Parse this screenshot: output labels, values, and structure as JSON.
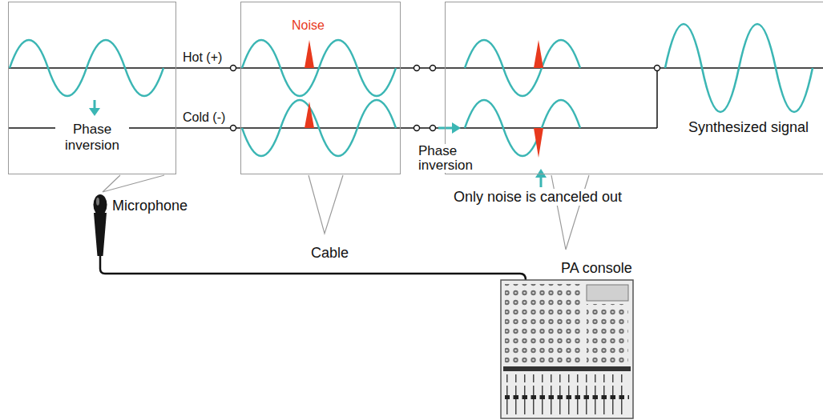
{
  "diagram": {
    "nodes": [
      {
        "text": [
          "Phase inversion"
        ]
      },
      {
        "text": [
          "Noise"
        ]
      },
      {
        "text": [
          "Synthesized signal"
        ]
      }
    ],
    "edges": [
      {
        "from": 0,
        "to": 1,
        "arrow": "none",
        "label": "Hot (+)"
      },
      {
        "from": 0,
        "to": 1,
        "arrow": "none",
        "label": "Cold (-)"
      },
      {
        "from": 1,
        "to": 2,
        "arrow": "none"
      },
      {
        "from": 1,
        "to": 2,
        "arrow": "none"
      }
    ],
    "labels": [
      "Phase inversion",
      "Only noise is canceled out",
      "Microphone",
      "Cable",
      "PA console"
    ]
  }
}
